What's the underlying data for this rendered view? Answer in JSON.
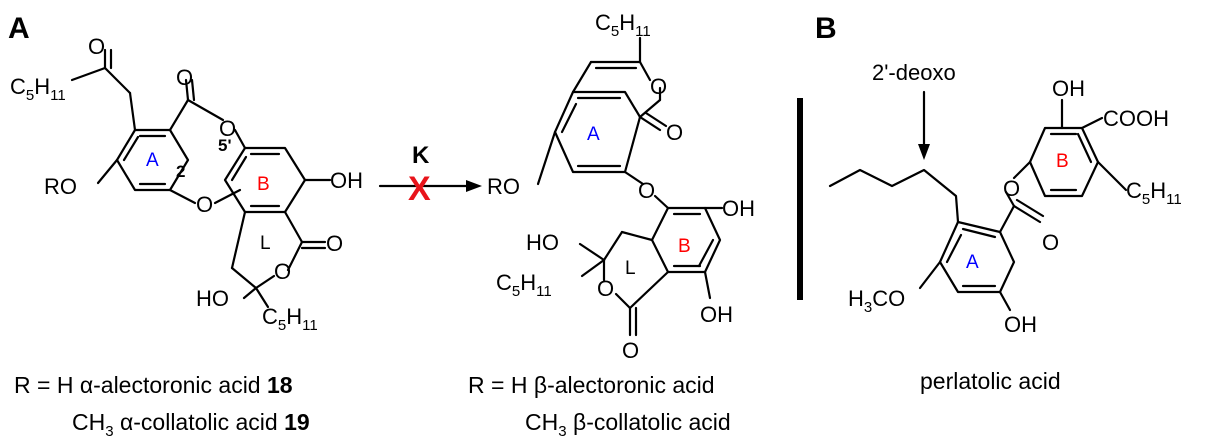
{
  "panels": {
    "a": "A",
    "b": "B"
  },
  "enzyme": "K",
  "blocked_mark": "X",
  "ring_labels": {
    "a": "A",
    "b": "B",
    "l": "L"
  },
  "atom_numbers": {
    "c2": "2",
    "c5p": "5'"
  },
  "atoms": {
    "o": "O",
    "oh": "OH",
    "ho": "HO",
    "ro": "RO",
    "cooh": "COOH",
    "c": "C",
    "h": "H",
    "sub5": "5",
    "sub11": "11",
    "h3co_h": "H",
    "h3co_3": "3",
    "h3co_co": "CO"
  },
  "annotation": "2'-deoxo",
  "captions": {
    "left_line1_prefix": "R = H ",
    "left_line1_greek": "α",
    "left_line1_text": "-alectoronic acid ",
    "left_line1_num": "18",
    "left_line2_prefix": "CH",
    "left_line2_sub": "3",
    "left_line2_greek": " α",
    "left_line2_text": "-collatolic acid ",
    "left_line2_num": "19",
    "mid_line1_prefix": "R = H ",
    "mid_line1_greek": "β",
    "mid_line1_text": "-alectoronic acid",
    "mid_line2_prefix": "CH",
    "mid_line2_sub": "3",
    "mid_line2_greek": " β",
    "mid_line2_text": "-collatolic acid",
    "right": "perlatolic acid"
  }
}
